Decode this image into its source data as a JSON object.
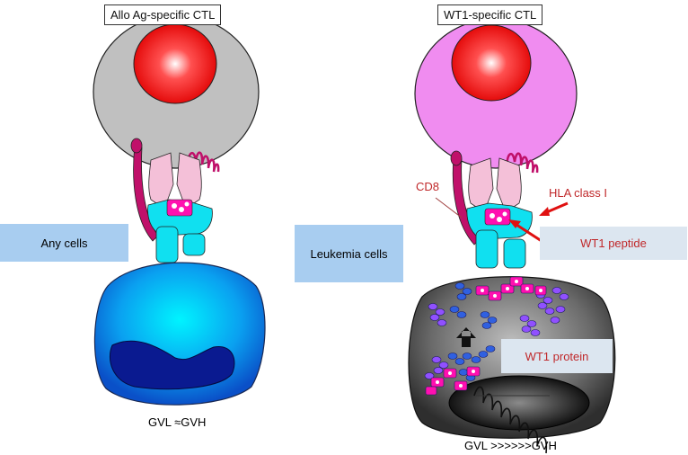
{
  "left": {
    "title": "Allo Ag-specific CTL",
    "target_label": "Any cells",
    "caption": "GVL ≈GVH"
  },
  "right": {
    "title": "WT1-specific CTL",
    "target_label": "Leukemia cells",
    "cd8_label": "CD8",
    "hla_label": "HLA class I",
    "peptide_label": "WT1 peptide",
    "protein_label": "WT1 protein",
    "caption": "GVL >>>>>>GVH"
  },
  "colors": {
    "box_fill": "#a8cdf0",
    "box_fill_light": "#dce6f0",
    "label_red": "#c0282a",
    "ctl_left": "#c0c0c0",
    "ctl_right": "#f08cf0",
    "nucleus": "#ff2020",
    "tcr": "#f4c0d8",
    "mhc": "#10e0f0",
    "cd8": "#c0106a",
    "peptide": "#ff10b0",
    "wt1_purple": "#9050ff",
    "wt1_blue": "#3060e0"
  }
}
